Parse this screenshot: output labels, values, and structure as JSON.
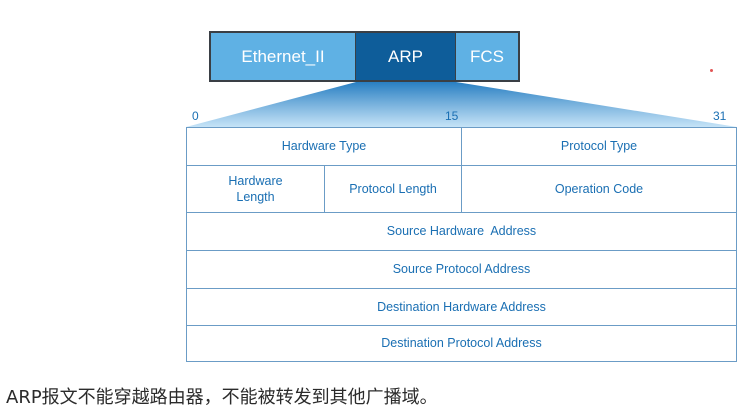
{
  "frame": {
    "segments": [
      "Ethernet_II",
      "ARP",
      "FCS"
    ]
  },
  "bits": {
    "start": "0",
    "middle": "15",
    "end": "31"
  },
  "fields": {
    "hardware_type": "Hardware Type",
    "protocol_type": "Protocol Type",
    "hardware_length_line1": "Hardware",
    "hardware_length_line2": "Length",
    "protocol_length": "Protocol Length",
    "operation_code": "Operation Code",
    "source_hardware_address": "Source Hardware  Address",
    "source_protocol_address": "Source Protocol Address",
    "destination_hardware_address": "Destination Hardware Address",
    "destination_protocol_address": "Destination Protocol Address"
  },
  "caption": "ARP报文不能穿越路由器，不能被转发到其他广播域。",
  "colors": {
    "light_blue": "#5fb1e4",
    "dark_blue": "#0e5d9a",
    "field_text": "#1a6fb3",
    "border": "#6b9cc6"
  }
}
